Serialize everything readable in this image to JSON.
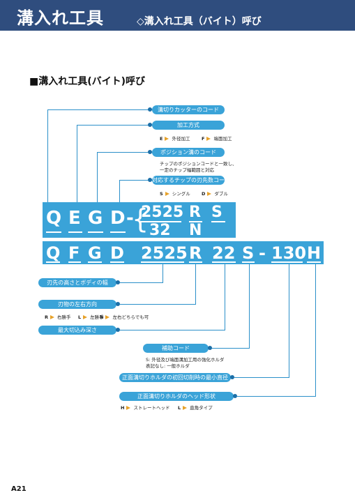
{
  "header": {
    "title": "溝入れ工具",
    "subtitle": "◇溝入れ工具（バイト）呼び"
  },
  "section_title": "■溝入れ工具(バイト)呼び",
  "top_codes": {
    "q": "Q",
    "e": "E",
    "g": "G",
    "d": "D",
    "dash": "-",
    "bracket": "{",
    "n1": "2525",
    "n2": "32",
    "r": "R",
    "n": "N",
    "s": "S"
  },
  "main_codes": {
    "q": "Q",
    "f": "F",
    "g": "G",
    "d": "D",
    "size": "2525",
    "r": "R",
    "width": "22",
    "s": "S",
    "dash": "-",
    "dia": "130",
    "h": "H"
  },
  "callouts": {
    "c1": "溝切りカッターのコード",
    "c2": "加工方式",
    "c2_e_key": "E",
    "c2_e_val": "外径加工",
    "c2_f_key": "F",
    "c2_f_val": "端面加工",
    "c3": "ポジション溝のコード",
    "c3_note1": "チップのポジションコードと一致し、",
    "c3_note2": "一定のチップ幅範囲と対応",
    "c4": "対応するチップの刃先数コード",
    "c4_s_key": "S",
    "c4_s_val": "シングル",
    "c4_d_key": "D",
    "c4_d_val": "ダブル",
    "b1": "刃先の高さとボディの幅",
    "b2": "刃物の左右方向",
    "b2_r_key": "R",
    "b2_r_val": "右勝手",
    "b2_l_key": "L",
    "b2_l_val": "左勝手",
    "b2_n_key": "N",
    "b2_n_val": "左右どちらでも可",
    "b3": "最大切込み深さ",
    "b4": "補助コード",
    "b4_note1": "S: 外径及び端面溝加工用の強化ホルダ",
    "b4_note2": "表記なし: 一般ホルダ",
    "b5": "正面溝切りホルダの初回切削時の最小直径",
    "b6": "正面溝切りホルダのヘッド形状",
    "b6_h_key": "H",
    "b6_h_val": "ストレートヘッド",
    "b6_l_key": "L",
    "b6_l_val": "直角タイプ"
  },
  "page_number": "A21",
  "colors": {
    "header_bg": "#2f4d7e",
    "accent": "#3aa3d8",
    "line": "#2a8fc9",
    "marker": "#e7a22a"
  }
}
